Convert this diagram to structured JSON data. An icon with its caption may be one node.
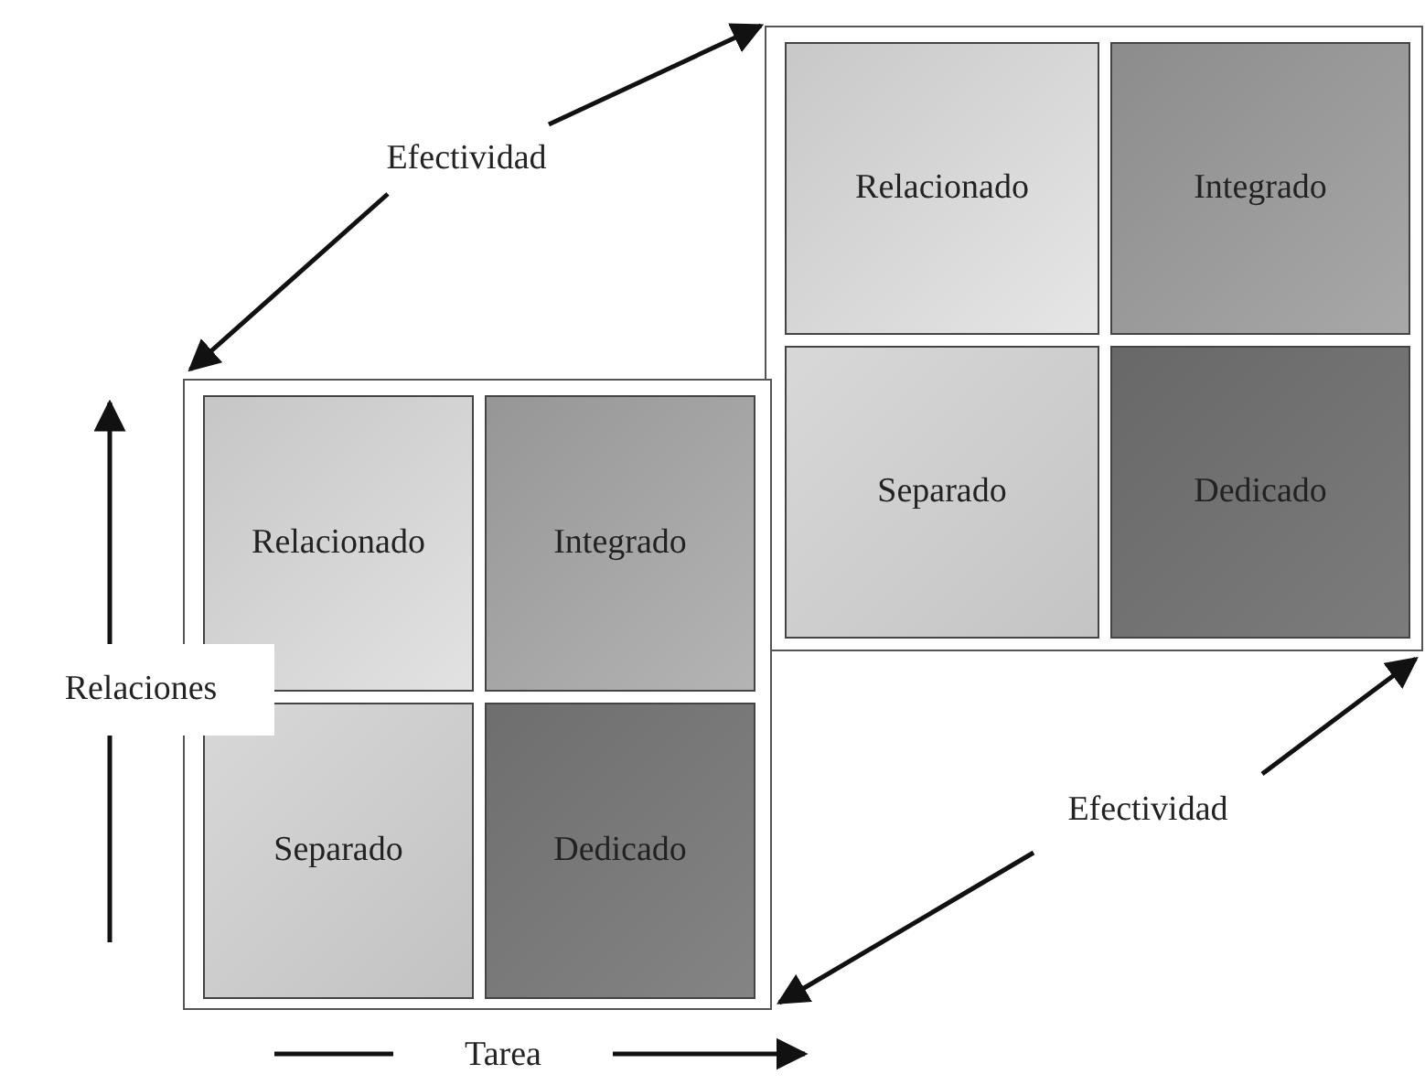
{
  "diagram": {
    "nodes": [
      {
        "text": [
          "Efectividad"
        ]
      },
      {
        "text": [],
        "shape": "box"
      },
      {
        "text": [
          "Relacionado"
        ],
        "in": 1
      },
      {
        "text": [
          "Integrado"
        ],
        "in": 1
      },
      {
        "text": [
          "Separado"
        ],
        "in": 1
      },
      {
        "text": [
          "Dedicado"
        ],
        "in": 1
      },
      {
        "text": [],
        "shape": "box"
      },
      {
        "text": [
          "Relacionado"
        ],
        "in": 6
      },
      {
        "text": [
          "Integrado"
        ],
        "in": 6
      },
      {
        "text": [
          "Separado"
        ],
        "in": 6
      },
      {
        "text": [
          "Dedicado"
        ],
        "in": 6
      },
      {
        "text": [
          "Efectividad"
        ]
      }
    ],
    "edges": [
      {
        "from": 0,
        "to": 1,
        "arrow": "to"
      },
      {
        "from": 0,
        "to": 6,
        "arrow": "to"
      },
      {
        "from": 11,
        "to": 1,
        "arrow": "to"
      },
      {
        "from": 11,
        "to": 6,
        "arrow": "to"
      }
    ],
    "labels": [
      "Relaciones",
      "Tarea"
    ]
  }
}
